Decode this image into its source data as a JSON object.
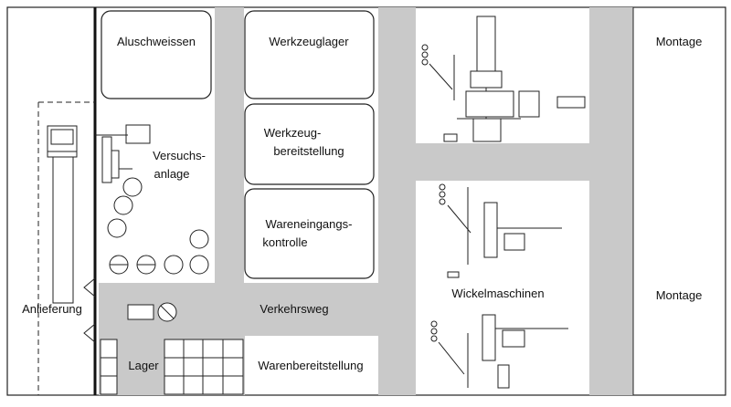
{
  "labels": {
    "aluschweissen": "Aluschweissen",
    "werkzeuglager": "Werkzeuglager",
    "werkzeug_l1": "Werkzeug-",
    "werkzeug_l2": "bereitstellung",
    "versuchs_l1": "Versuchs-",
    "versuchs_l2": "anlage",
    "waren_l1": "Wareneingangs-",
    "waren_l2": "kontrolle",
    "anlieferung": "Anlieferung",
    "verkehrsweg": "Verkehrsweg",
    "lager": "Lager",
    "warenbereitstellung": "Warenbereitstellung",
    "wickelmaschinen": "Wickelmaschinen",
    "montage_top": "Montage",
    "montage_bottom": "Montage"
  },
  "colors": {
    "aisle": "#c9c9c9",
    "line": "#222222"
  }
}
